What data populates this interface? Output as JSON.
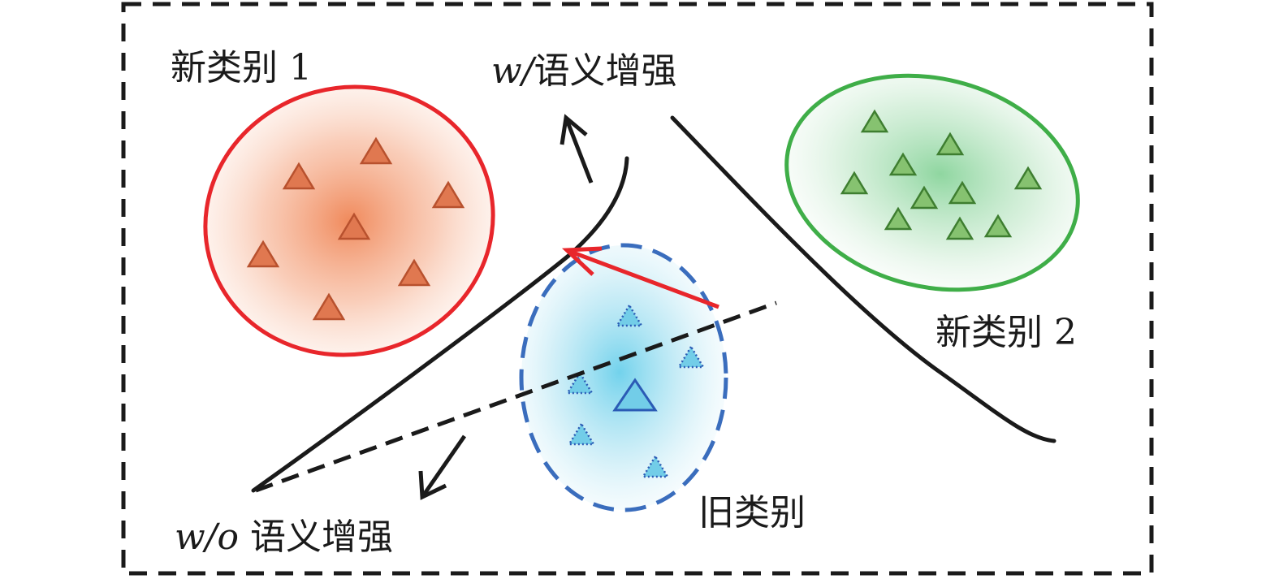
{
  "labels": {
    "new_class_1": "新类别 1",
    "new_class_2": "新类别 2",
    "old_class": "旧类别",
    "with_semantic_prefix": "w/",
    "with_semantic_text": "语义增强",
    "without_semantic_prefix": "w/o",
    "without_semantic_text": " 语义增强"
  },
  "colors": {
    "new_class_1_border": "#e8262b",
    "new_class_1_fill": "#f0804f",
    "new_class_1_marker": "#e07850",
    "new_class_2_border": "#3fae48",
    "new_class_2_fill": "#7dcf8d",
    "new_class_2_marker": "#86c270",
    "old_class_border": "#3a6dbd",
    "old_class_fill": "#6fd0ea",
    "old_class_marker": "#72cde8",
    "shift_arrow": "#e8262b",
    "boundary_line": "#1a1a1a"
  },
  "icons": {
    "sample_marker": "triangle-icon",
    "prototype_marker": "triangle-icon"
  }
}
